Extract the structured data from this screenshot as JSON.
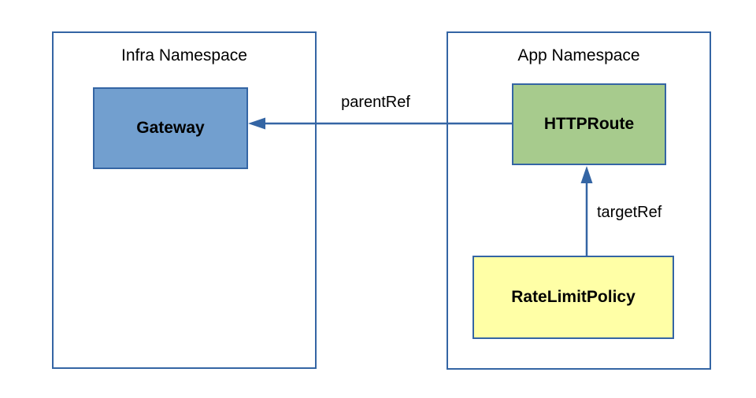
{
  "diagram": {
    "type": "kubernetes-gateway-api-policy-attachment",
    "namespaces": [
      {
        "id": "infra",
        "label": "Infra Namespace"
      },
      {
        "id": "app",
        "label": "App Namespace"
      }
    ],
    "nodes": [
      {
        "id": "gateway",
        "label": "Gateway",
        "fill": "#729fcf",
        "namespace": "Infra Namespace"
      },
      {
        "id": "httproute",
        "label": "HTTPRoute",
        "fill": "#a7cb8d",
        "namespace": "App Namespace"
      },
      {
        "id": "ratelimitpolicy",
        "label": "RateLimitPolicy",
        "fill": "#ffffa6",
        "namespace": "App Namespace"
      }
    ],
    "edges": [
      {
        "id": "parentref",
        "label": "parentRef",
        "from": "HTTPRoute",
        "to": "Gateway"
      },
      {
        "id": "targetref",
        "label": "targetRef",
        "from": "RateLimitPolicy",
        "to": "HTTPRoute"
      }
    ],
    "colors": {
      "outline": "#3465a4",
      "arrow": "#3465a4",
      "gateway_fill": "#729fcf",
      "httproute_fill": "#a7cb8d",
      "ratelimitpolicy_fill": "#ffffa6",
      "text": "#000000",
      "background": "#ffffff"
    }
  }
}
